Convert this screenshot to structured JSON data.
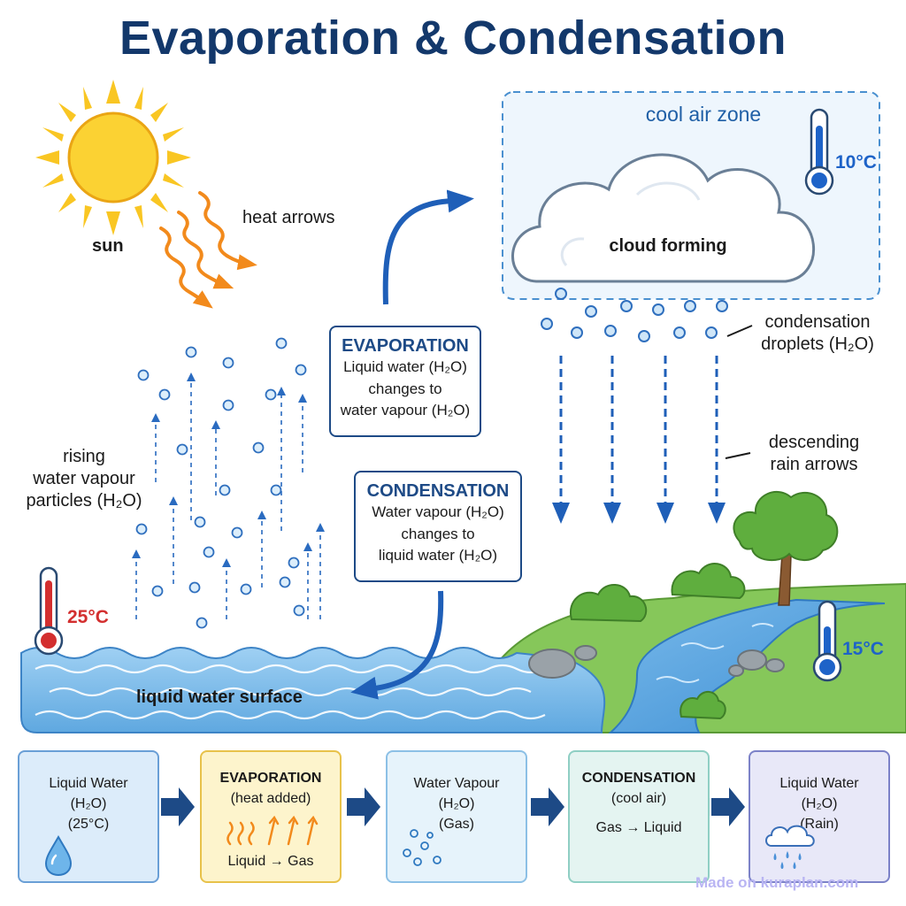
{
  "title": "Evaporation & Condensation",
  "labels": {
    "sun": "sun",
    "heat_arrows": "heat arrows",
    "cool_air_zone": "cool air zone",
    "cloud_forming": "cloud forming",
    "rising_vapour": [
      "rising",
      "water vapour",
      "particles (H₂O)"
    ],
    "condensation_droplets": [
      "condensation",
      "droplets (H₂O)"
    ],
    "descending_rain": [
      "descending",
      "rain arrows"
    ],
    "liquid_surface": "liquid water surface"
  },
  "temperatures": {
    "cool": "10°C",
    "water": "25°C",
    "land": "15°C"
  },
  "process_boxes": [
    {
      "heading": "EVAPORATION",
      "lines": [
        "Liquid water (H₂O)",
        "changes to",
        "water vapour (H₂O)"
      ]
    },
    {
      "heading": "CONDENSATION",
      "lines": [
        "Water vapour (H₂O)",
        "changes to",
        "liquid water (H₂O)"
      ]
    }
  ],
  "flow": [
    {
      "lines": [
        "Liquid Water",
        "(H₂O)",
        "(25°C)"
      ],
      "icon": "water-drop-icon",
      "bg": "#dcecfa",
      "border": "#6a9fd6"
    },
    {
      "heading": "EVAPORATION",
      "lines": [
        "(heat added)"
      ],
      "footer": "Liquid → Gas",
      "icon": "heat-arrows-icon",
      "bg": "#fdf4cc",
      "border": "#e8c24a"
    },
    {
      "lines": [
        "Water Vapour",
        "(H₂O)",
        "(Gas)"
      ],
      "icon": "vapour-bubbles-icon",
      "bg": "#e6f3fb",
      "border": "#8cc0e6"
    },
    {
      "heading": "CONDENSATION",
      "lines": [
        "(cool air)",
        "Gas → Liquid"
      ],
      "bg": "#e4f4f1",
      "border": "#8fcfc4"
    },
    {
      "lines": [
        "Liquid Water",
        "(H₂O)",
        "(Rain)"
      ],
      "icon": "rain-cloud-icon",
      "bg": "#e8e8f8",
      "border": "#7c82c8"
    }
  ],
  "watermark": "Made on kuraplan.com",
  "colors": {
    "title": "#13386b",
    "accent_blue": "#1d4a86",
    "hot_red": "#d32f2f",
    "cool_blue": "#1e63c8",
    "sun": "#f9c623",
    "heat": "#f28a1c"
  }
}
